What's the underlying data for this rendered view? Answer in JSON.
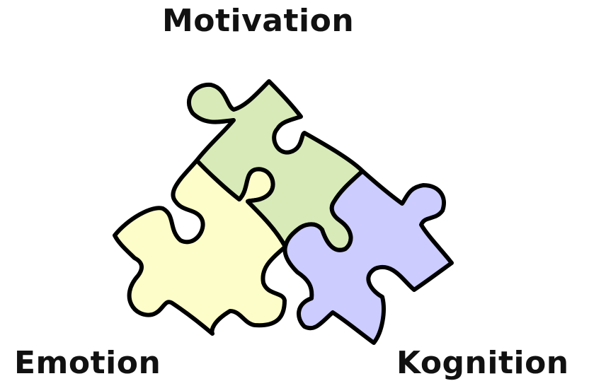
{
  "labels": {
    "motivation": "Motivation",
    "emotion": "Emotion",
    "kognition": "Kognition"
  },
  "colors": {
    "motivation": "#d8eab8",
    "emotion": "#fdfdc9",
    "kognition": "#ccccff",
    "outline": "#000000"
  }
}
